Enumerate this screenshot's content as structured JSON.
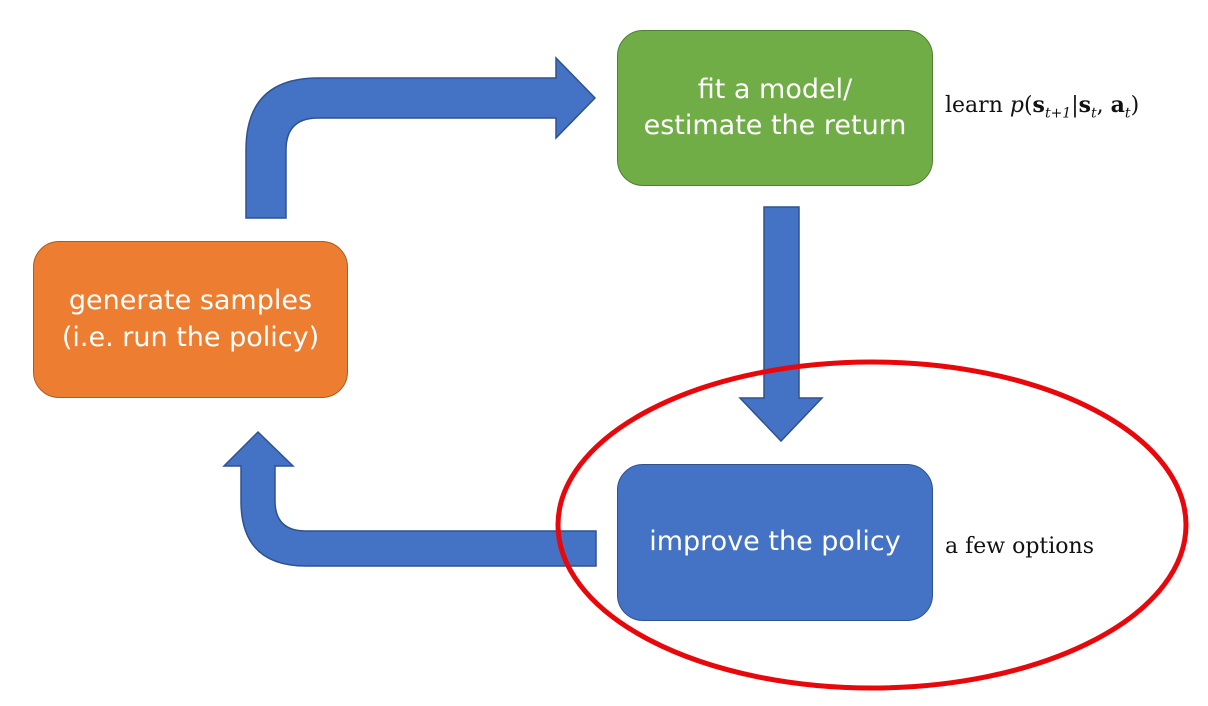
{
  "boxes": {
    "fit": {
      "label": "fit a model/\nestimate the return",
      "color": "#70AD47"
    },
    "generate": {
      "label": "generate samples\n(i.e. run the policy)",
      "color": "#ED7D31"
    },
    "improve": {
      "label": "improve the policy",
      "color": "#4472C4"
    }
  },
  "notes": {
    "fit": {
      "prefix": "learn",
      "p": "p",
      "open": "(",
      "s1": "s",
      "s1_sub": "t+1",
      "bar": "|",
      "s2": "s",
      "s2_sub": "t",
      "comma": ", ",
      "a": "a",
      "a_sub": "t",
      "close": ")"
    },
    "improve": "a few options"
  },
  "colors": {
    "arrow": "#4472C4",
    "arrow_stroke": "#2F528F",
    "highlight_ellipse": "#E8080B"
  }
}
